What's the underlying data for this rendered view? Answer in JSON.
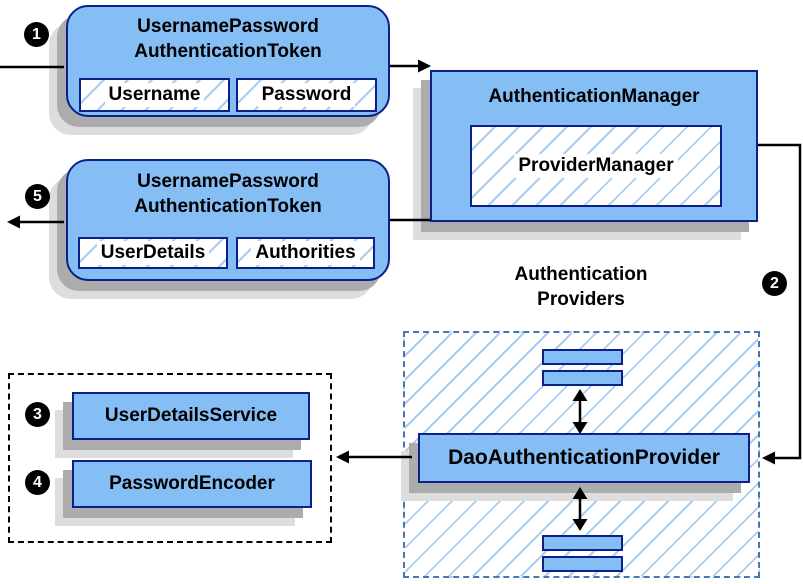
{
  "nodes": {
    "request_token": {
      "step": "1",
      "title_line1": "UsernamePassword",
      "title_line2": "AuthenticationToken",
      "fields": [
        "Username",
        "Password"
      ]
    },
    "auth_manager": {
      "title": "AuthenticationManager",
      "inner_box": "ProviderManager"
    },
    "response_token": {
      "step": "5",
      "title_line1": "UsernamePassword",
      "title_line2": "AuthenticationToken",
      "fields": [
        "UserDetails",
        "Authorities"
      ]
    },
    "providers": {
      "step": "2",
      "heading_line1": "Authentication",
      "heading_line2": "Providers",
      "main_provider": "DaoAuthenticationProvider"
    },
    "services": {
      "user_details_service": {
        "step": "3",
        "label": "UserDetailsService"
      },
      "password_encoder": {
        "step": "4",
        "label": "PasswordEncoder"
      }
    }
  },
  "colors": {
    "node_fill": "#85BDF5",
    "node_border": "#0B2188",
    "hatch_line": "#A9CDF1",
    "providers_dashed_border": "#4577B4",
    "services_dotted_border": "#000000",
    "shadow_dark": "#ACACAC",
    "shadow_light": "#DDDDDD",
    "connector": "#000000",
    "step_circle": "#000000",
    "step_digit": "#FFFFFF"
  }
}
